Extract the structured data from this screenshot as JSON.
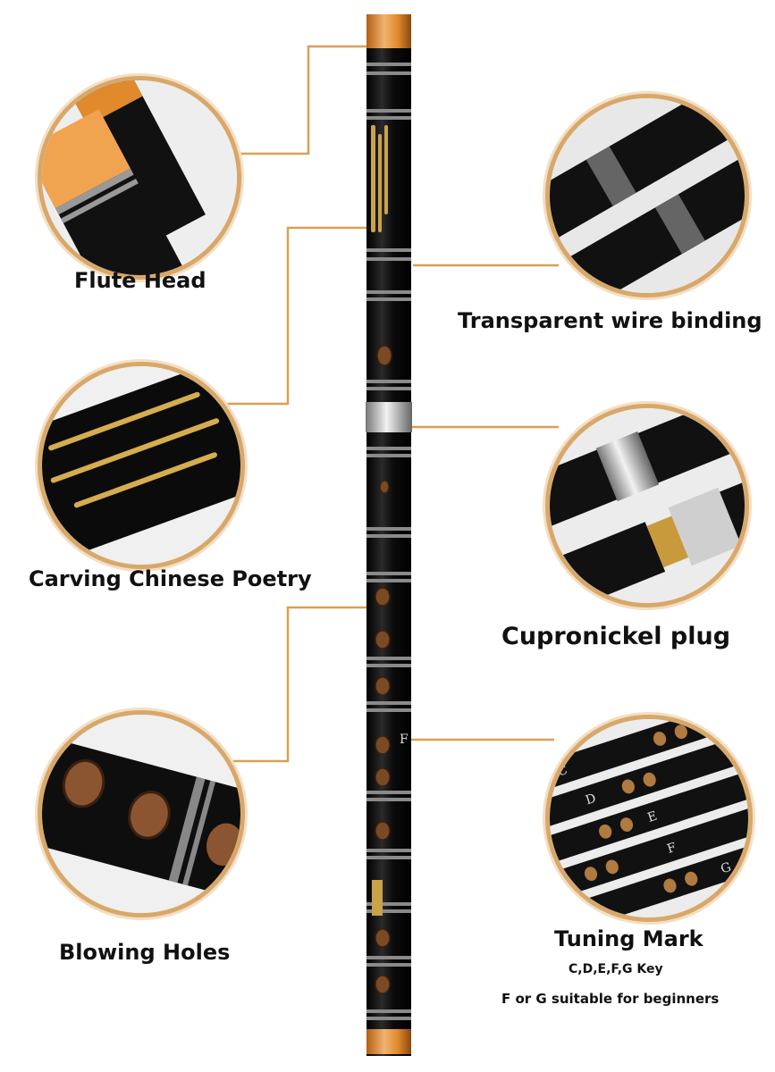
{
  "labels": {
    "flute_head": "Flute Head",
    "transparent_wire_binding": "Transparent wire binding",
    "carving_chinese_poetry": "Carving Chinese Poetry",
    "cupronickel_plug": "Cupronickel plug",
    "blowing_holes": "Blowing Holes",
    "tuning_mark": "Tuning Mark",
    "tuning_keys": "C,D,E,F,G Key",
    "beginner_note": "F or G suitable for beginners"
  },
  "flute_key_mark": "F",
  "tuning_letters": [
    "C",
    "D",
    "E",
    "F",
    "G"
  ],
  "colors": {
    "leader_line": "#d9a057",
    "circle_border": "#d8a86a",
    "flute_body": "#111111",
    "horn_end": "#e08a2c",
    "binding": "#9a9a9a",
    "brass": "#c89a3c"
  }
}
